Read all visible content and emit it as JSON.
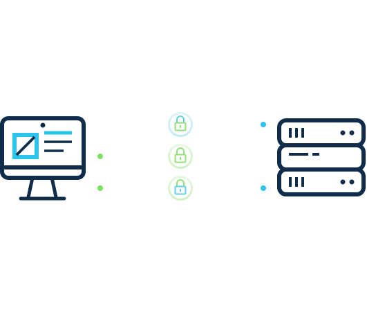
{
  "diagram": {
    "nodes": [
      {
        "id": "client",
        "kind": "desktop-monitor",
        "icon": "monitor-icon"
      },
      {
        "id": "server",
        "kind": "server-rack",
        "icon": "server-stack-icon",
        "units": 3
      }
    ],
    "connections": [
      {
        "from": "client",
        "to": "server",
        "secure": true,
        "icon": "lock-icon",
        "gradient": "cyan-to-green"
      },
      {
        "from": "client",
        "to": "server",
        "secure": true,
        "icon": "lock-icon",
        "gradient": "green-to-cyan"
      },
      {
        "from": "client",
        "to": "server",
        "secure": true,
        "icon": "lock-icon",
        "gradient": "green-to-cyan"
      }
    ]
  },
  "colors": {
    "outline": "#0f2d4a",
    "accent_cyan": "#2bc4ec",
    "accent_green": "#7ee063",
    "lock_cyan": "#5fd0e6",
    "lock_green": "#8fe27a",
    "background": "#ffffff"
  }
}
